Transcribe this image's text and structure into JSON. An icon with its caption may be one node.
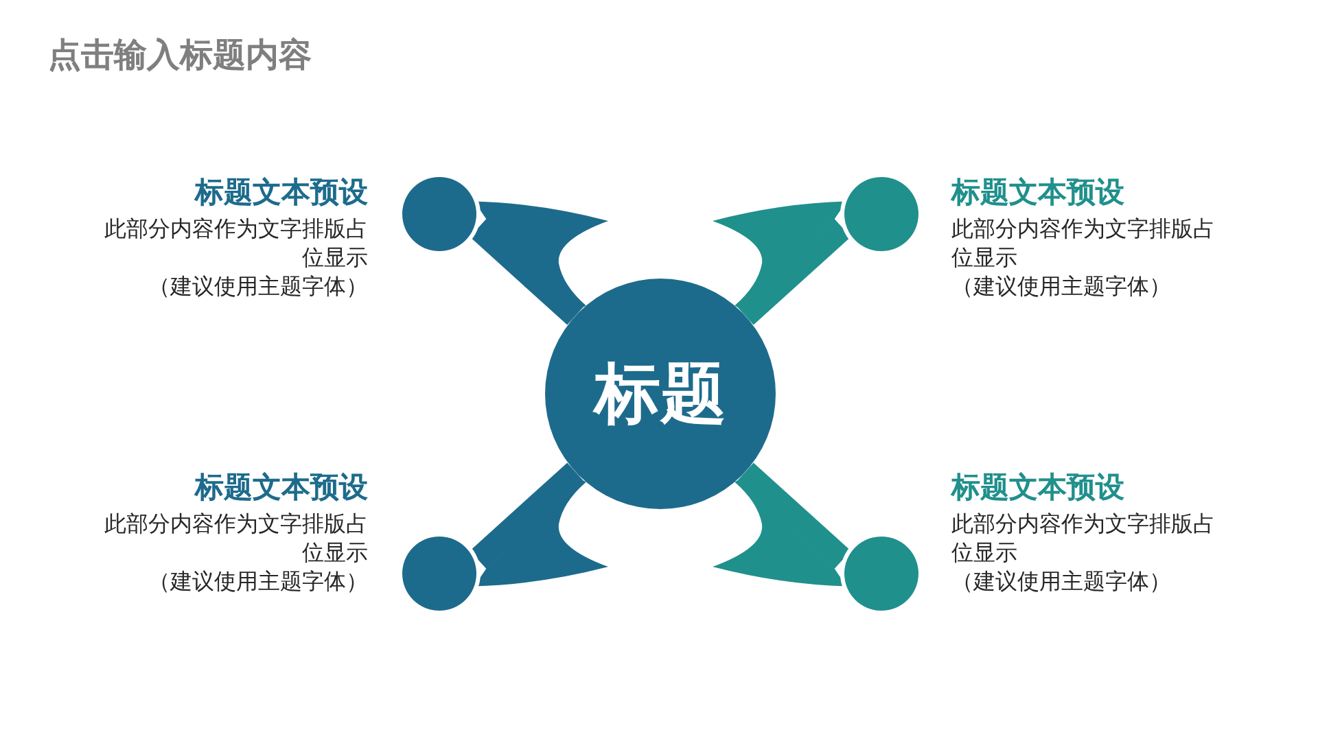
{
  "diagram": {
    "title": "点击输入标题内容",
    "nodes": [
      {
        "text": [
          "标题"
        ]
      },
      {
        "text": [],
        "shape": "circle",
        "beside": [
          "标题文本预设",
          "此部分内容作为文字排版占位显示",
          "（建议使用主题字体）"
        ]
      },
      {
        "text": [],
        "shape": "circle",
        "beside": [
          "标题文本预设",
          "此部分内容作为文字排版占位显示",
          "（建议使用主题字体）"
        ]
      },
      {
        "text": [],
        "shape": "circle",
        "beside": [
          "标题文本预设",
          "此部分内容作为文字排版占位显示",
          "（建议使用主题字体）"
        ]
      },
      {
        "text": [],
        "shape": "circle",
        "beside": [
          "标题文本预设",
          "此部分内容作为文字排版占位显示",
          "（建议使用主题字体）"
        ]
      }
    ],
    "edges": [
      {
        "from": 0,
        "to": 1,
        "arrow": "none",
        "color": "#1d6b8c"
      },
      {
        "from": 0,
        "to": 2,
        "arrow": "none",
        "color": "#20908c"
      },
      {
        "from": 0,
        "to": 3,
        "arrow": "none",
        "color": "#1d6b8c"
      },
      {
        "from": 0,
        "to": 4,
        "arrow": "none",
        "color": "#20908c"
      }
    ]
  }
}
